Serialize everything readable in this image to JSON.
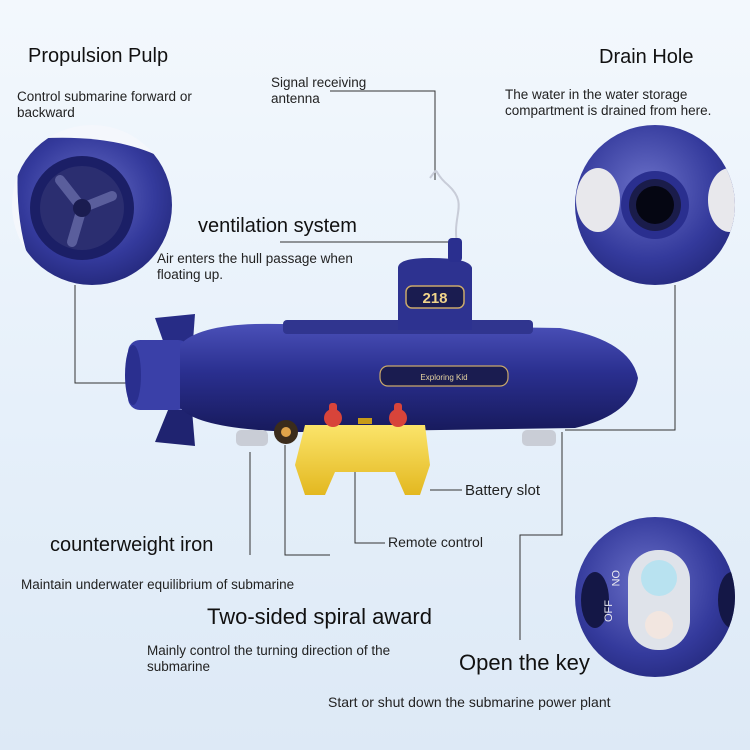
{
  "callouts": {
    "propulsion": {
      "title": "Propulsion Pulp",
      "desc": "Control submarine forward or backward"
    },
    "antenna": {
      "title": "Signal receiving antenna"
    },
    "drain": {
      "title": "Drain Hole",
      "desc": "The water in the water storage compartment is drained from here."
    },
    "ventilation": {
      "title": "ventilation system",
      "desc": "Air enters the hull passage when floating up."
    },
    "battery": {
      "title": "Battery slot"
    },
    "counterweight": {
      "title": "counterweight iron",
      "desc": "Maintain underwater equilibrium of submarine"
    },
    "remote": {
      "title": "Remote control"
    },
    "spiral": {
      "title": "Two-sided spiral award",
      "desc": "Mainly control the turning direction of the submarine"
    },
    "key": {
      "title": "Open the key",
      "desc": "Start or shut down the submarine power plant"
    }
  },
  "product": {
    "tower_number": "218",
    "hull_plate": "Exploring Kid",
    "switch_on": "ON",
    "switch_off": "OFF"
  },
  "colors": {
    "hull": "#2a2f8f",
    "hull_dark": "#1a1d66",
    "remote": "#f2d23a",
    "remote_knob": "#d8443a",
    "leader": "#333333"
  }
}
